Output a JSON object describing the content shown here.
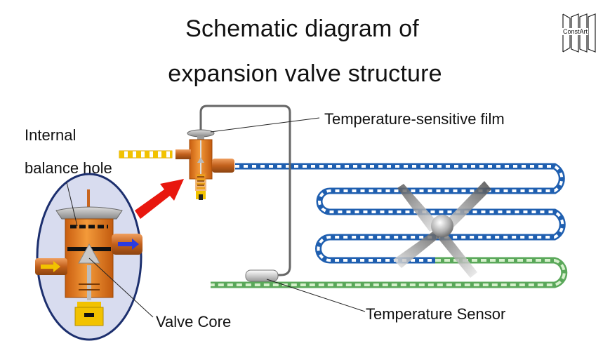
{
  "title": {
    "line1": "Schematic diagram of",
    "line2": "expansion valve structure"
  },
  "labels": {
    "film": "Temperature-sensitive film",
    "hole_line1": "Internal",
    "hole_line2": "balance hole",
    "core": "Valve Core",
    "sensor": "Temperature Sensor"
  },
  "logo": {
    "text": "ConstArt"
  },
  "colors": {
    "valve_body": "#e07a1c",
    "copper_pipe": "#c8651e",
    "refrigerant_blue": "#1f5fb0",
    "refrigerant_green": "#8fcf86",
    "liquid_yellow": "#f2c200",
    "arrow_red": "#e8170e",
    "flow_blue": "#2b3be0"
  }
}
